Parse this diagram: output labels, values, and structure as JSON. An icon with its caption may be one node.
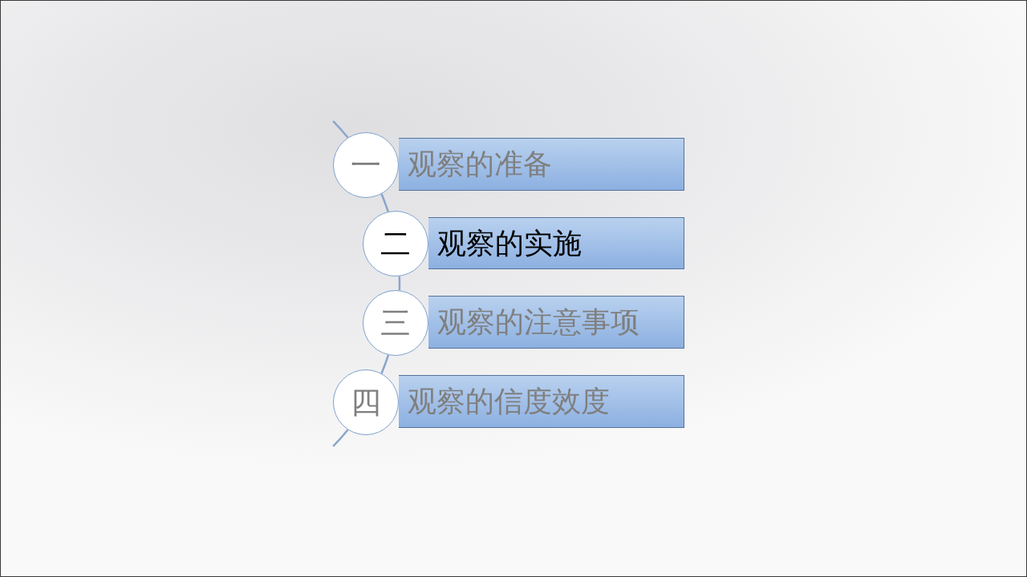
{
  "diagram": {
    "nodes": [
      {
        "text": [
          "一"
        ]
      },
      {
        "text": [
          "观察的准备"
        ]
      },
      {
        "text": [
          "二"
        ]
      },
      {
        "text": [
          "观察的实施"
        ]
      },
      {
        "text": [
          "三"
        ]
      },
      {
        "text": [
          "观察的注意事项"
        ]
      },
      {
        "text": [
          "四"
        ]
      },
      {
        "text": [
          "观察的信度效度"
        ]
      }
    ],
    "edges": [
      {
        "from": null,
        "to": 0,
        "arrow": "none"
      },
      {
        "from": 0,
        "to": 2,
        "arrow": "none"
      },
      {
        "from": 2,
        "to": 4,
        "arrow": "none"
      },
      {
        "from": 4,
        "to": 6,
        "arrow": "none"
      },
      {
        "from": 6,
        "to": null,
        "arrow": "none"
      }
    ]
  }
}
